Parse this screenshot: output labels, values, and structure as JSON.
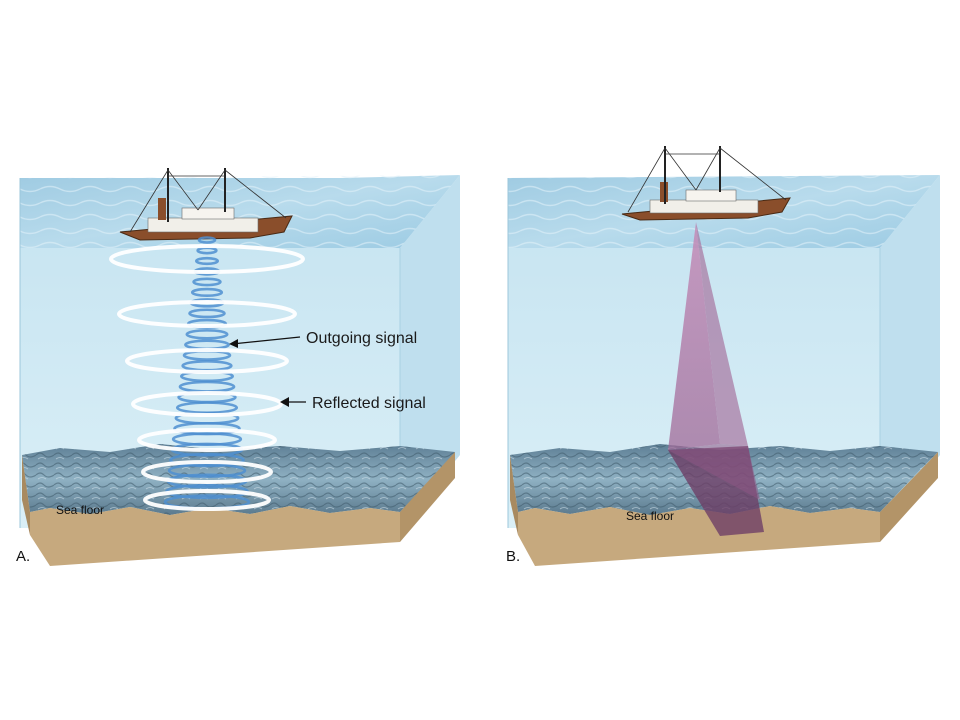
{
  "panels": [
    {
      "id": "A",
      "panel_label": "A.",
      "floor_label": "Sea floor"
    },
    {
      "id": "B",
      "panel_label": "B.",
      "floor_label": "Sea floor"
    }
  ],
  "annotations": {
    "outgoing": "Outgoing signal",
    "reflected": "Reflected signal"
  },
  "colors": {
    "water_surface": "#a9d3e8",
    "water_body": "#cfe8f2",
    "water_side": "#b9dcec",
    "sea_floor": "#7fa0b4",
    "sediment": "#c9ad84",
    "hull": "#8a4e2b",
    "signal_outgoing": "#4f8fd0",
    "signal_reflected": "#ffffff",
    "beam": "#b07aa6"
  }
}
